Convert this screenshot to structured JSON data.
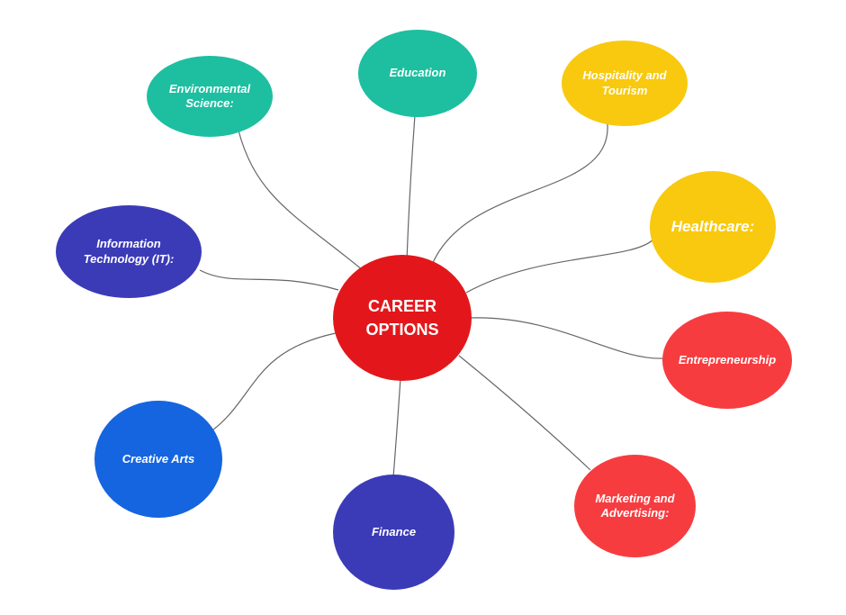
{
  "center": {
    "label": "CAREER\nOPTIONS",
    "color": "#e3171b"
  },
  "topics": [
    {
      "id": "education",
      "label": "Education",
      "color": "#1dbfa0"
    },
    {
      "id": "environmental-science",
      "label": "Environmental\nScience:",
      "color": "#1dbfa0"
    },
    {
      "id": "hospitality-tourism",
      "label": "Hospitality and\nTourism",
      "color": "#f8c90e"
    },
    {
      "id": "healthcare",
      "label": "Healthcare:",
      "color": "#f8c90e"
    },
    {
      "id": "information-technology",
      "label": "Information\nTechnology (IT):",
      "color": "#3b3bb8"
    },
    {
      "id": "entrepreneurship",
      "label": "Entrepreneurship",
      "color": "#f73c40"
    },
    {
      "id": "creative-arts",
      "label": "Creative Arts",
      "color": "#1565e0"
    },
    {
      "id": "finance",
      "label": "Finance",
      "color": "#3b3bb8"
    },
    {
      "id": "marketing-advertising",
      "label": "Marketing and\nAdvertising:",
      "color": "#f73c40"
    }
  ]
}
